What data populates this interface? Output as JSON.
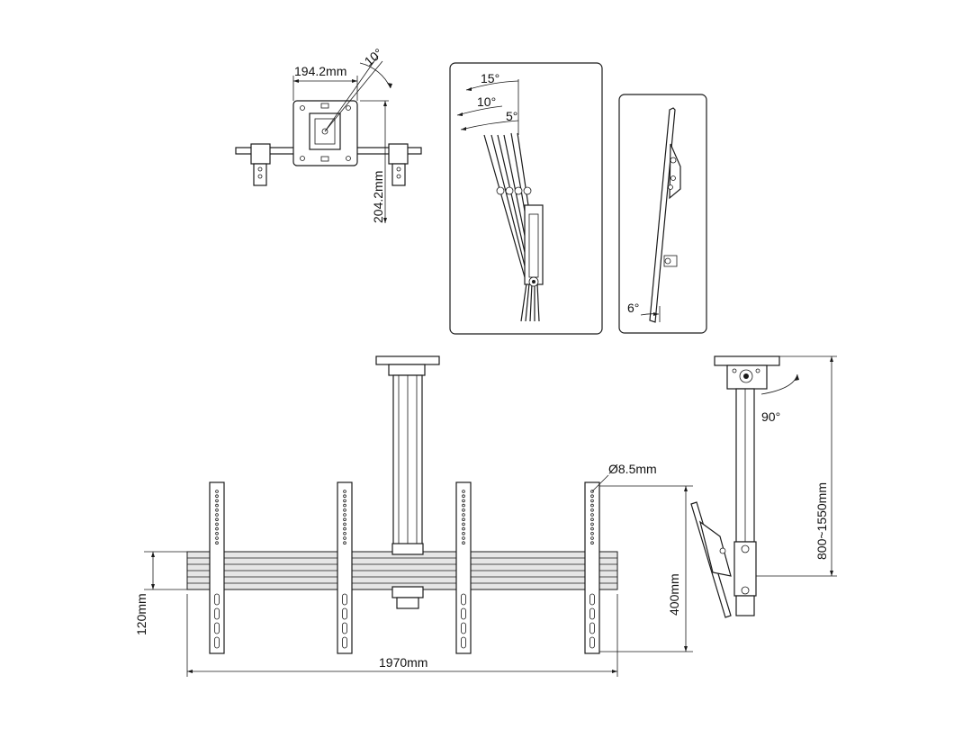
{
  "labels": {
    "top_width": "194.2mm",
    "top_angle": "10°",
    "top_height": "204.2mm",
    "tilt_15": "15°",
    "tilt_10": "10°",
    "tilt_5": "5°",
    "tilt_6": "6°",
    "rotate_90": "90°",
    "hole_dia": "Ø8.5mm",
    "drop_range": "800~1550mm",
    "bar_height": "120mm",
    "total_width": "1970mm",
    "vert_400": "400mm"
  }
}
